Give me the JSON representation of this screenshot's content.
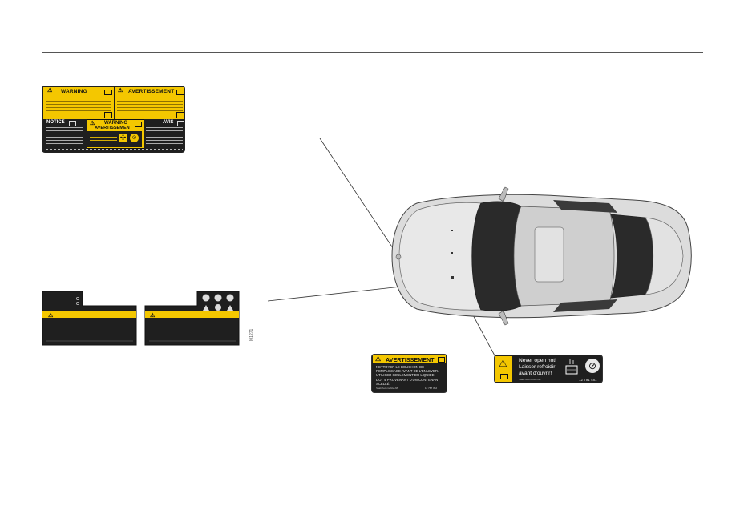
{
  "top_sticker": {
    "warning_title": "WARNING",
    "avert_title": "AVERTISSEMENT",
    "notice_title": "NOTICE",
    "mid_warning_title": "WARNING",
    "mid_avert_title": "AVERTISSEMENT",
    "avis_title": "AVIS"
  },
  "cap_sticker": {
    "title": "AVERTISSEMENT",
    "lines": [
      "NETTOYER LE BOUCHON DE",
      "REMPLISSAGE AVANT DE L'ENLEVER.",
      "UTILISER SEULEMENT DU LIQUIDE",
      "DOT 4 PROVENANT D'UN CONTENANT",
      "SCELLÉ."
    ],
    "footer_left": "Saab Automobile AB",
    "footer_right": "12 787 352"
  },
  "hot_sticker": {
    "line1": "Never open hot!",
    "line2": "Laisser refroidir",
    "line3": "avant d'ouvrir!",
    "footer_left": "Saab Automobile AB",
    "footer_right": "12 791 481"
  },
  "figure_code": "I01271",
  "colors": {
    "yellow": "#f4c700",
    "black": "#1f1f1f",
    "car_body": "#d9d9d9",
    "rule": "#555555"
  }
}
